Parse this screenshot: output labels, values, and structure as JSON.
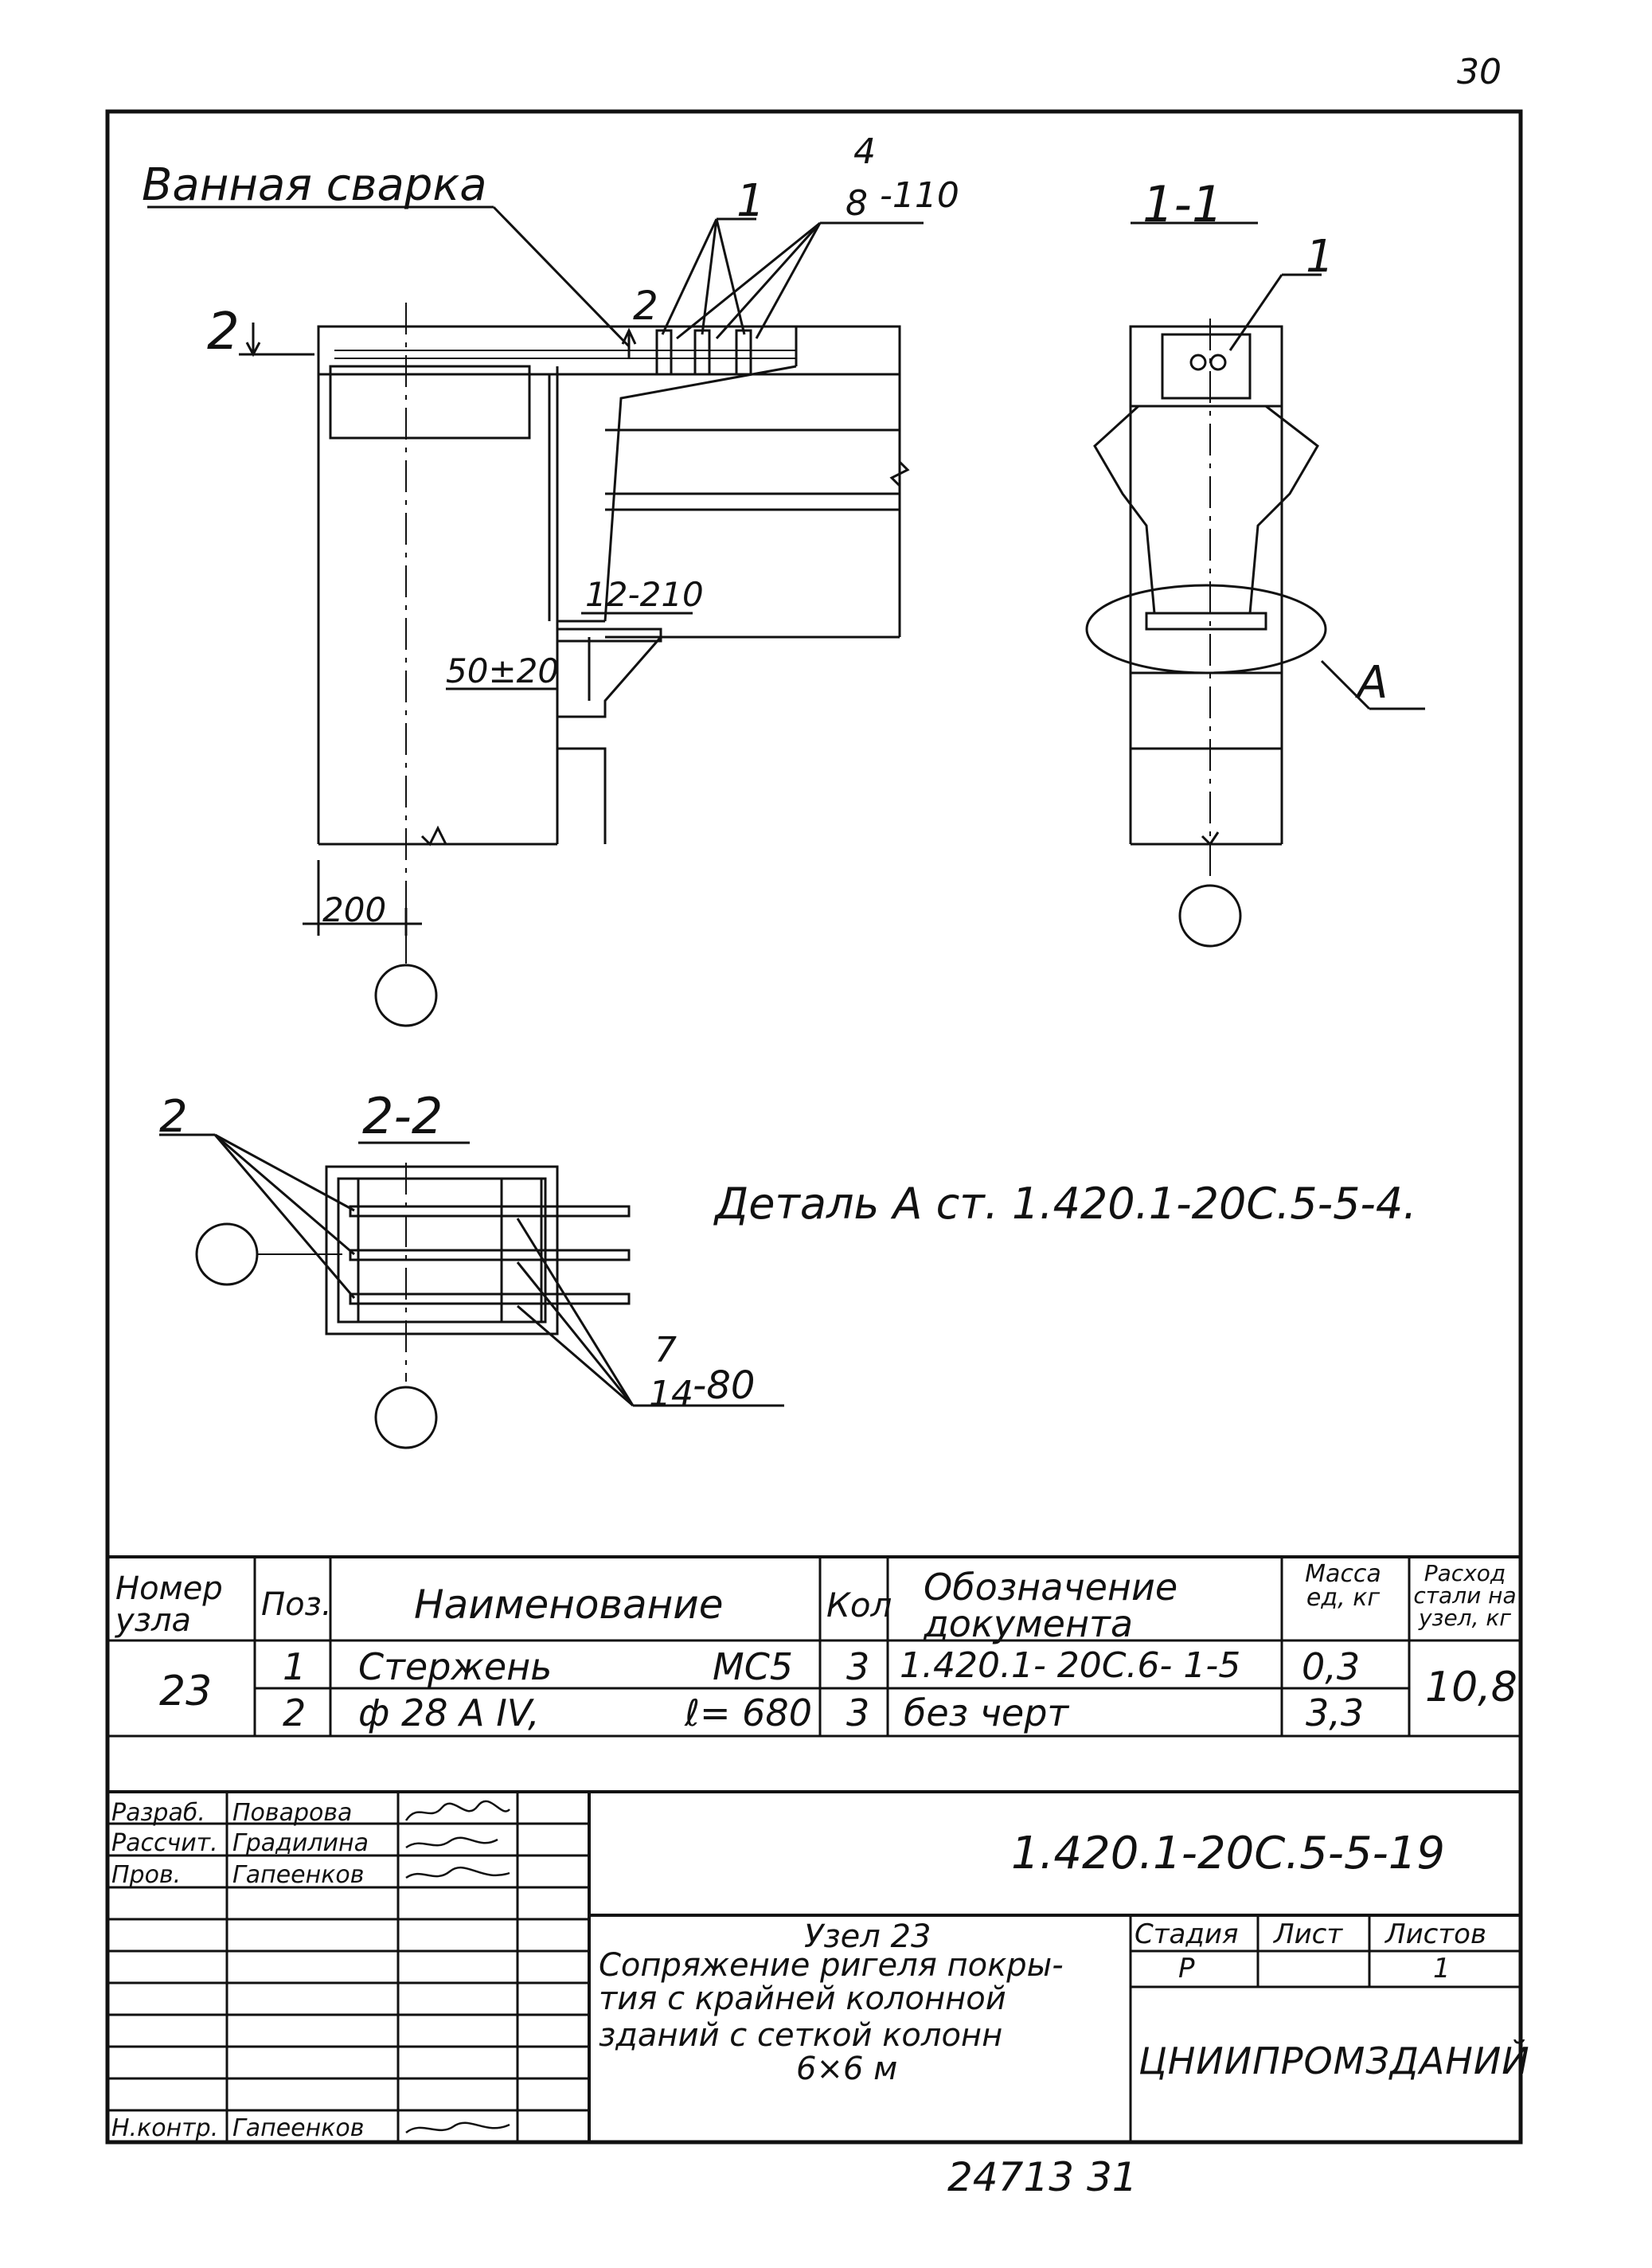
{
  "page_number": "30",
  "labels": {
    "weld": "Ванная сварка",
    "section_cut_mark": "2",
    "section_cut_mark_2": "2",
    "pos1_callout": "1",
    "rebar_fraction_top": "4",
    "rebar_fraction_bottom": "8",
    "rebar_fraction_suffix": "-110",
    "section_1_1": "1-1",
    "section_1_1_callout": "1",
    "dim_12_210": "12-210",
    "dim_50_20": "50±20",
    "dim_200": "200",
    "detail_A": "А",
    "section_2_2": "2-2",
    "pos2_callout": "2",
    "detail_ref": "Деталь А ст. 1.420.1-20С.5-5-4.",
    "weld2_fraction_top": "7",
    "weld2_fraction_bottom": "14",
    "weld2_suffix": "-80"
  },
  "spec_table": {
    "headers": {
      "node": "Номер узла",
      "pos": "Поз.",
      "name": "Наименование",
      "qty": "Кол",
      "doc": "Обозначение документа",
      "mass": "Масса ед, кг",
      "steel": "Расход стали на узел, кг"
    },
    "node_number": "23",
    "steel_total": "10,8",
    "rows": [
      {
        "pos": "1",
        "name": "Стержень",
        "mark": "МС5",
        "qty": "3",
        "doc": "1.420.1- 20С.6- 1-5",
        "mass": "0,3"
      },
      {
        "pos": "2",
        "name": "ф 28 А IV,",
        "mark": "ℓ= 680",
        "qty": "3",
        "doc": "без черт",
        "mass": "3,3"
      }
    ]
  },
  "title_block": {
    "roles": [
      "Разраб.",
      "Рассчит.",
      "Пров.",
      "Н.контр."
    ],
    "names": [
      "Поварова",
      "Градилина",
      "Гапеенков",
      "Гапеенков"
    ],
    "document_code": "1.420.1-20С.5-5-19",
    "title_line1": "Узел 23",
    "title_line2": "Сопряжение ригеля покры-",
    "title_line3": "тия с крайней колонной",
    "title_line4": "зданий с сеткой колонн",
    "title_line5": "6×6 м",
    "stage_header": "Стадия",
    "sheet_header": "Лист",
    "sheets_header": "Листов",
    "stage_value": "Р",
    "sheets_value": "1",
    "organization": "ЦНИИПРОМЗДАНИЙ"
  },
  "footer_number": "24713 31"
}
